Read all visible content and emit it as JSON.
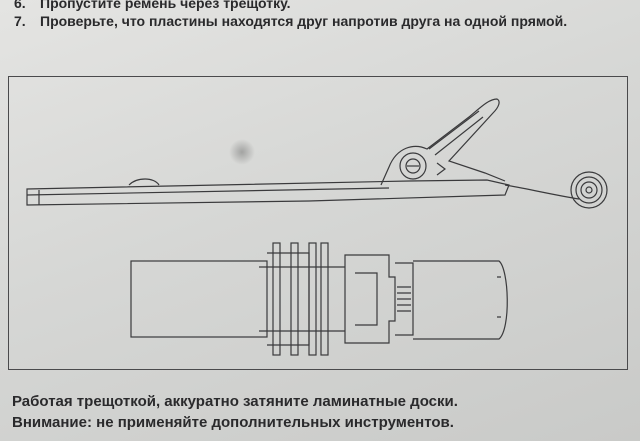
{
  "steps": [
    {
      "number": "6.",
      "text": "Пропустите ремень через трещотку."
    },
    {
      "number": "7.",
      "text": "Проверьте, что пластины находятся друг напротив друга на одной прямой."
    }
  ],
  "bottom_text": {
    "line1": "Работая трещоткой, аккуратно затяните ламинатные доски.",
    "line2": "Внимание: не применяйте дополнительных инструментов."
  }
}
